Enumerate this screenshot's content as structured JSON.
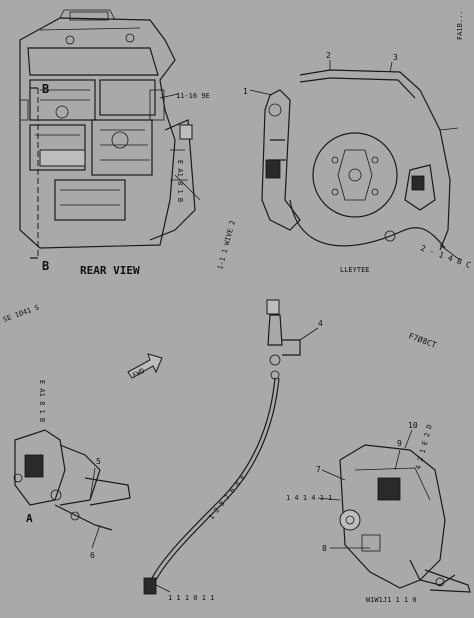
{
  "labels": {
    "top_right_code": "FA1B...",
    "b_top": "B",
    "b_bottom": "B",
    "a_bottom_left": "A",
    "rear_view": "REAR VIEW",
    "section_code_left": "11-16 9E",
    "section_code_mid": "1-1 1 WIVE 2",
    "part_code_mid": "LLEYTEE",
    "side_right": "2 - 1 4 8 C",
    "side_mid_right": "F7Ø8CT",
    "left_mid_code": "SE 1041 S",
    "vertical_left": "E A1 8 1 B",
    "cable_code": "1 2 8 7 6 8 E",
    "bottom_mid_code": "1 1 1 0 1 1",
    "br_code": "W1W1J1 1 1 0",
    "br_callout": "1 4 1 4 1 1",
    "right_mid_code": "4 2 1 E 2 D",
    "fwd_arrow": "FWD",
    "part_1": "1",
    "part_2": "2",
    "part_3": "3",
    "part_4": "4",
    "part_5": "5",
    "part_6": "6",
    "part_7": "7",
    "part_8": "8",
    "part_9": "9",
    "part_10": "10"
  }
}
